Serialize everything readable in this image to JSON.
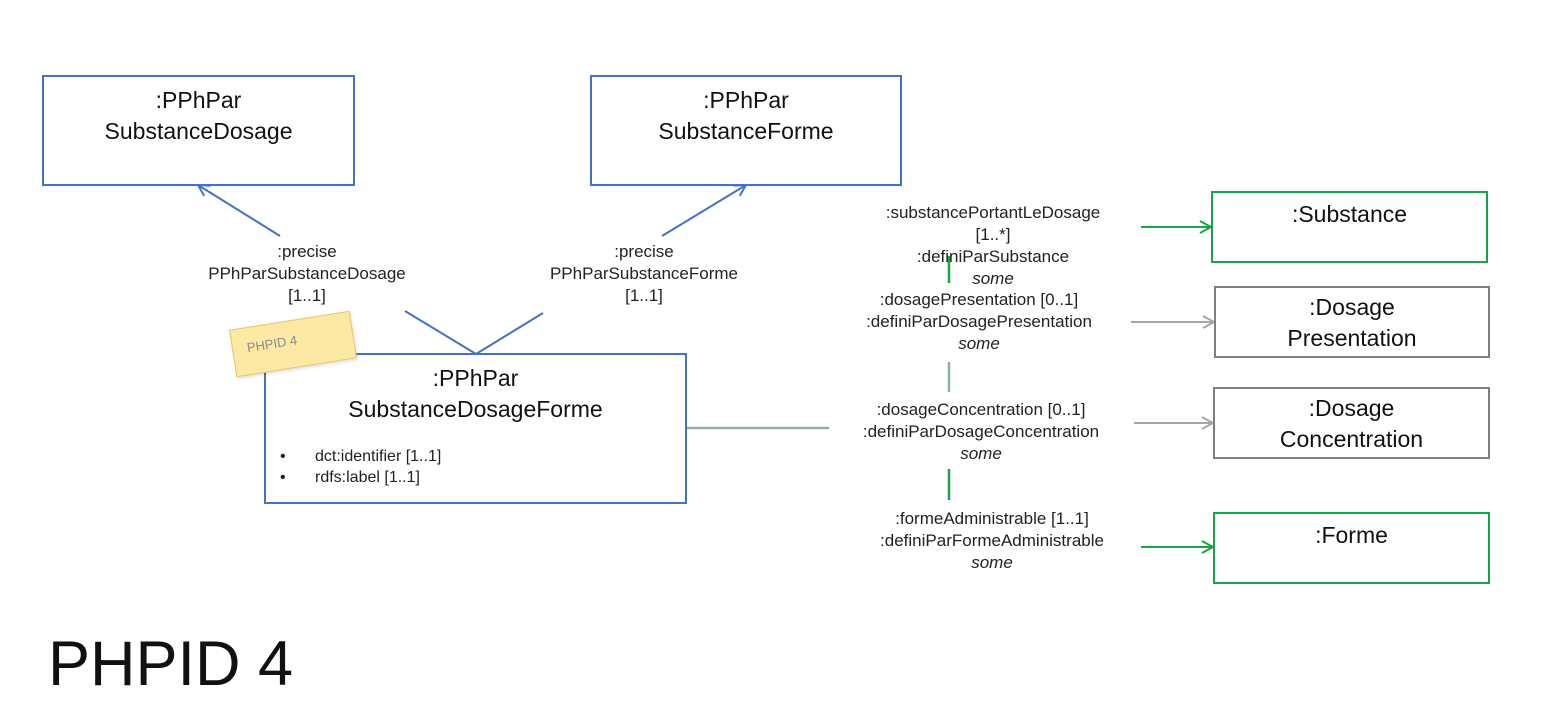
{
  "boxes": {
    "substance_dosage": {
      "line1": ":PPhPar",
      "line2": "SubstanceDosage"
    },
    "substance_forme": {
      "line1": ":PPhPar",
      "line2": "SubstanceForme"
    },
    "substance_dosage_forme": {
      "line1": ":PPhPar",
      "line2": "SubstanceDosageForme",
      "attributes": [
        "dct:identifier [1..1]",
        "rdfs:label [1..1]"
      ],
      "bullet": "•"
    },
    "substance": {
      "line1": ":Substance"
    },
    "dosage_presentation": {
      "line1": ":Dosage",
      "line2": "Presentation"
    },
    "dosage_concentration": {
      "line1": ":Dosage",
      "line2": "Concentration"
    },
    "forme": {
      "line1": ":Forme"
    }
  },
  "edges": {
    "precise_dosage": {
      "line1": ":precise",
      "line2": "PPhParSubstanceDosage",
      "line3": "[1..1]"
    },
    "precise_forme": {
      "line1": ":precise",
      "line2": "PPhParSubstanceForme",
      "line3": "[1..1]"
    },
    "substance": {
      "line1": ":substancePortantLeDosage",
      "line2": "[1..*]",
      "line3": ":definiParSubstance",
      "quant": "some"
    },
    "dosage_presentation": {
      "line1": ":dosagePresentation [0..1]",
      "line2": ":definiParDosagePresentation",
      "quant": "some"
    },
    "dosage_concentration": {
      "line1": ":dosageConcentration  [0..1]",
      "line2": ":definiParDosageConcentration",
      "quant": "some"
    },
    "forme": {
      "line1": ":formeAdministrable [1..1]",
      "line2": ":definiParFormeAdministrable",
      "quant": "some"
    }
  },
  "sticky_note": "PHPID 4",
  "slide_title": "PHPID 4",
  "colors": {
    "blue": "#4472c4",
    "green": "#16a34a",
    "grey": "#a6a6a6"
  }
}
